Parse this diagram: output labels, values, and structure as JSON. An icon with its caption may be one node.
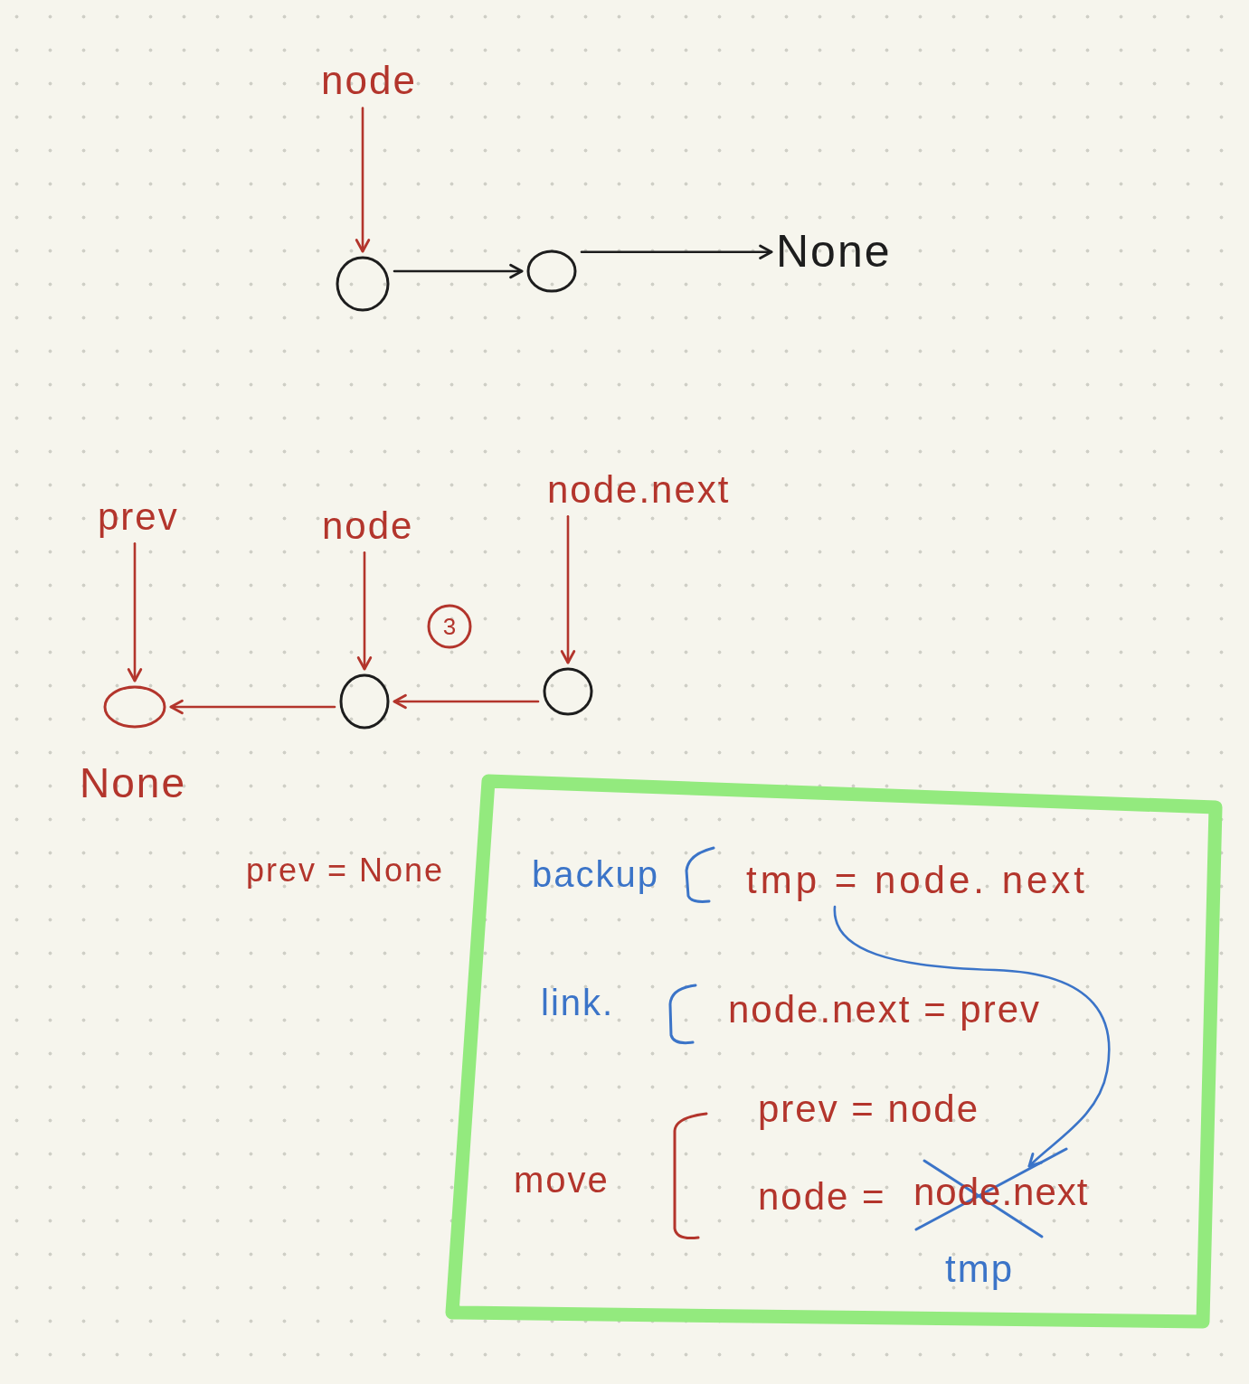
{
  "diagram": {
    "nodes": [
      {
        "text": [
          "node"
        ]
      },
      {
        "text": [],
        "shape": "circle"
      },
      {
        "text": [],
        "shape": "circle"
      },
      {
        "text": [
          "None"
        ]
      },
      {
        "text": [
          "prev"
        ]
      },
      {
        "text": [
          "node"
        ]
      },
      {
        "text": [
          "node.next"
        ]
      },
      {
        "text": [
          "3"
        ]
      },
      {
        "text": [],
        "shape": "circle",
        "beside": [
          "None"
        ]
      },
      {
        "text": [],
        "shape": "circle"
      },
      {
        "text": [],
        "shape": "circle"
      },
      {
        "text": [
          "backup",
          "link.",
          "node.next = prev",
          "move",
          "prev = node",
          "node ="
        ]
      },
      {
        "text": [
          "tmp = node. next"
        ],
        "in": 11
      },
      {
        "text": [
          "node.next"
        ],
        "in": 11,
        "beside": [
          "tmp"
        ]
      }
    ],
    "edges": [
      {
        "from": 0,
        "to": 1,
        "arrow": "to"
      },
      {
        "from": 1,
        "to": 2,
        "arrow": "to",
        "color": "#1d1d1d"
      },
      {
        "from": 2,
        "to": 3,
        "arrow": "to",
        "color": "#1d1d1d"
      },
      {
        "from": 4,
        "to": 8,
        "arrow": "to"
      },
      {
        "from": 5,
        "to": 9,
        "arrow": "to"
      },
      {
        "from": 6,
        "to": 10,
        "arrow": "to"
      },
      {
        "from": 9,
        "to": 8,
        "arrow": "to"
      },
      {
        "from": 10,
        "to": 9,
        "arrow": "to"
      },
      {
        "from": 12,
        "to": 13,
        "arrow": "to",
        "color": "#3b74c8"
      }
    ],
    "labels": [
      "prev = None"
    ]
  }
}
